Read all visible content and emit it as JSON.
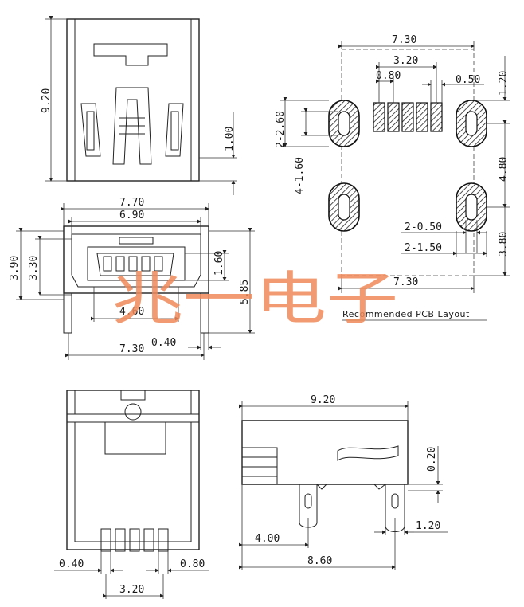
{
  "watermark": "兆一电子",
  "top_view": {
    "dims": {
      "height": "9.20",
      "pin": "1.00"
    }
  },
  "front_view": {
    "dims": {
      "w1": "7.70",
      "w2": "6.90",
      "h1": "3.90",
      "h2": "3.30",
      "h3": "1.60",
      "h4": "5.85",
      "pitch": "4.60",
      "w3": "7.30",
      "t": "0.40"
    }
  },
  "pcb_layout": {
    "caption": "Recommended PCB Layout",
    "dims": {
      "top_w": "7.30",
      "pins_w": "3.20",
      "pin_pitch": "0.80",
      "pin_w": "0.50",
      "top_off": "1.20",
      "slot_a": "2-2.60",
      "slot_b": "4-1.60",
      "mid": "4.80",
      "s1": "2-0.50",
      "s2": "2-1.50",
      "bot_off": "3.80",
      "bot_w": "7.30"
    }
  },
  "bottom_view": {
    "dims": {
      "a": "0.40",
      "b": "0.80",
      "c": "3.20"
    }
  },
  "side_view": {
    "dims": {
      "len": "9.20",
      "t": "0.20",
      "a": "4.00",
      "b": "1.20",
      "c": "8.60"
    }
  }
}
